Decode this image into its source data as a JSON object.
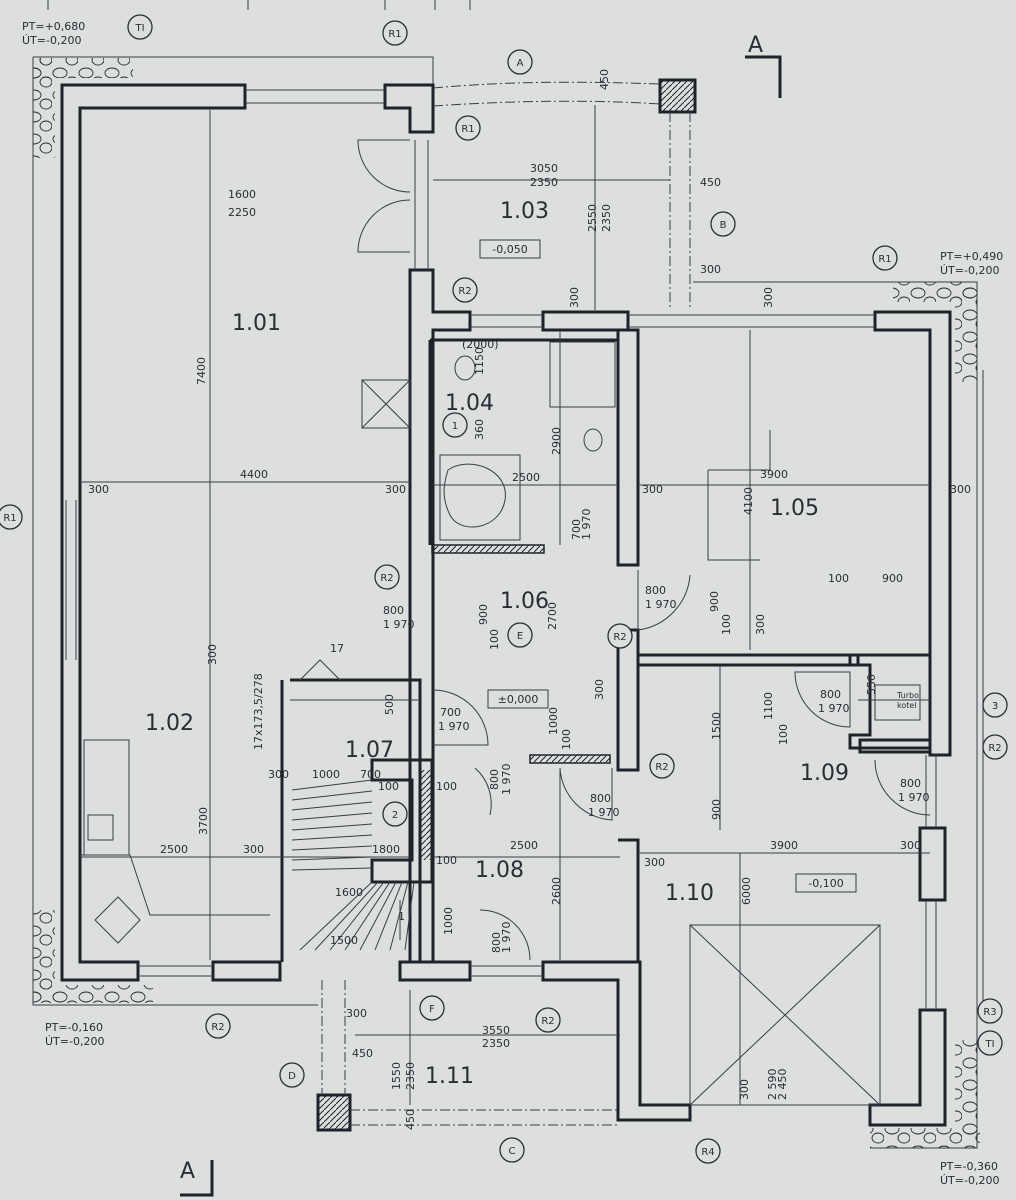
{
  "drawing": {
    "type": "floor plan",
    "line_color": "#1f2328",
    "paper_color": "#dcdfde"
  },
  "rooms": [
    "1.01",
    "1.02",
    "1.03",
    "1.04",
    "1.05",
    "1.06",
    "1.07",
    "1.08",
    "1.09",
    "1.10",
    "1.11"
  ],
  "elevations": [
    "-0,050",
    "±0,000",
    "-0,100"
  ],
  "level_notes": [
    "PT=+0,680",
    "ÚT=-0,200",
    "PT=+0,490",
    "ÚT=-0,200",
    "PT=-0,160",
    "ÚT=-0,200",
    "PT=-0,360",
    "ÚT=-0,200"
  ],
  "markers": [
    "TI",
    "R1",
    "A",
    "R1",
    "B",
    "R1",
    "R2",
    "R1",
    "R2",
    "E",
    "R2",
    "1",
    "2",
    "R2",
    "3",
    "R2",
    "F",
    "R2",
    "R2",
    "R3",
    "TI",
    "D",
    "C",
    "R4"
  ],
  "section_labels": [
    "A",
    "A"
  ],
  "equipment": [
    "Turbo",
    "kotel"
  ],
  "dimensions": [
    "1600",
    "2250",
    "3050",
    "2350",
    "450",
    "450",
    "300",
    "2550",
    "2350",
    "7400",
    "4400",
    "300",
    "300",
    "2500",
    "2900",
    "1150",
    "360",
    "(2000)",
    "300",
    "300",
    "700",
    "1 970",
    "3900",
    "300",
    "300",
    "4100",
    "100",
    "900",
    "800",
    "1 970",
    "900",
    "100",
    "300",
    "800",
    "1 970",
    "900",
    "2700",
    "100",
    "17",
    "300",
    "17x173,5/278",
    "500",
    "700",
    "1 970",
    "300",
    "1000",
    "100",
    "300",
    "1000",
    "700",
    "100",
    "100",
    "800",
    "1 970",
    "800",
    "1 970",
    "1500",
    "900",
    "1100",
    "100",
    "800",
    "1 970",
    "550",
    "800",
    "1 970",
    "3700",
    "2500",
    "300",
    "1800",
    "100",
    "2500",
    "300",
    "3900",
    "300",
    "6000",
    "2600",
    "1600",
    "1",
    "1000",
    "800",
    "1 970",
    "1500",
    "300",
    "450",
    "1550",
    "2350",
    "3550",
    "2350",
    "450",
    "300",
    "2 590",
    "2 450"
  ]
}
